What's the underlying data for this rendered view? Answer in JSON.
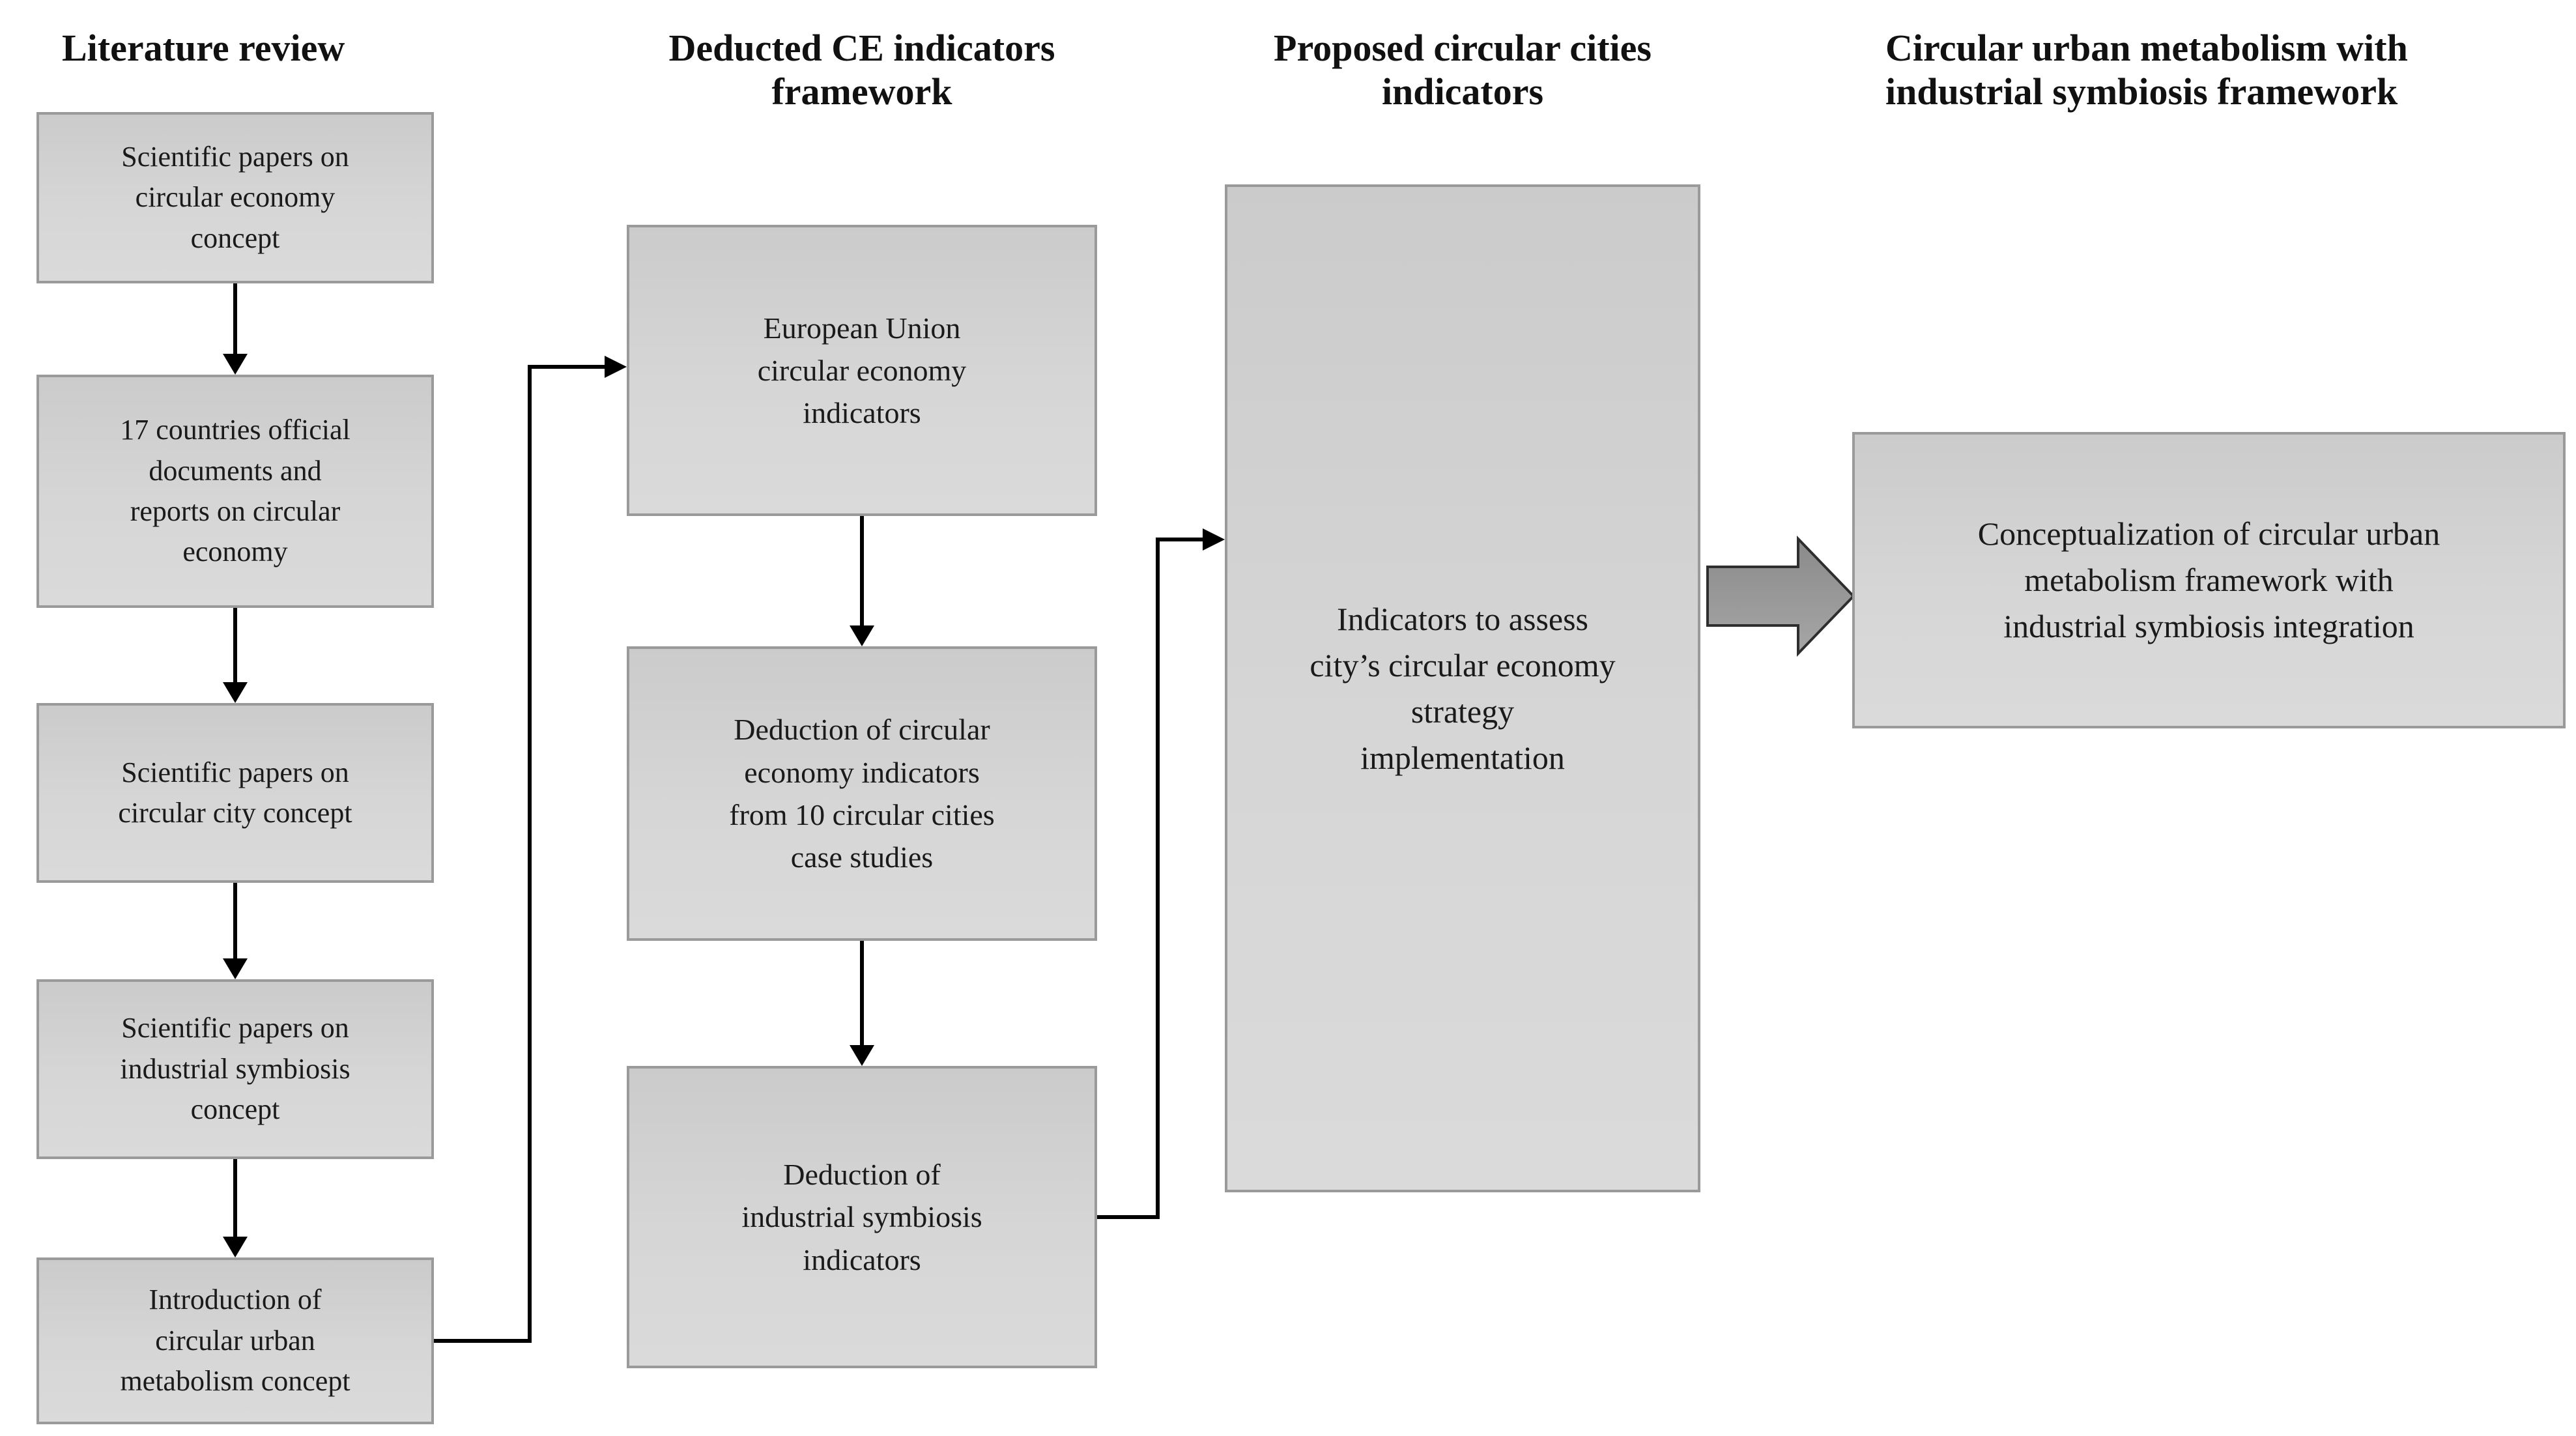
{
  "figure_type": "flowchart",
  "colors": {
    "background": "#ffffff",
    "box_fill_top": "#cbcbcb",
    "box_fill_bottom": "#dadada",
    "box_border": "#9a9a9a",
    "text": "#1a1a1a",
    "header_text": "#111111",
    "connector": "#000000",
    "block_arrow_fill_top": "#8a8a8a",
    "block_arrow_fill_bottom": "#a6a6a6",
    "block_arrow_border": "#2e2e2e"
  },
  "icons": {
    "flow_arrow_down": "down-arrow",
    "flow_arrow_right": "right-arrow",
    "block_arrow": "right-block-arrow"
  },
  "columns": [
    {
      "header": "Literature review",
      "boxes": [
        "Scientific papers on\ncircular economy\nconcept",
        "17 countries official\ndocuments and\nreports on circular\neconomy",
        "Scientific papers on\ncircular city concept",
        "Scientific papers on\nindustrial symbiosis\nconcept",
        "Introduction of\ncircular urban\nmetabolism concept"
      ]
    },
    {
      "header": "Deducted CE indicators\nframework",
      "boxes": [
        "European Union\ncircular economy\nindicators",
        "Deduction of circular\neconomy indicators\nfrom 10 circular cities\ncase studies",
        "Deduction of\nindustrial symbiosis\nindicators"
      ]
    },
    {
      "header": "Proposed circular cities\nindicators",
      "boxes": [
        "Indicators to assess\ncity’s circular economy\nstrategy\nimplementation"
      ]
    },
    {
      "header": "Circular urban metabolism with\nindustrial symbiosis framework",
      "boxes": [
        "Conceptualization of circular urban\nmetabolism framework with\nindustrial symbiosis integration"
      ]
    }
  ]
}
